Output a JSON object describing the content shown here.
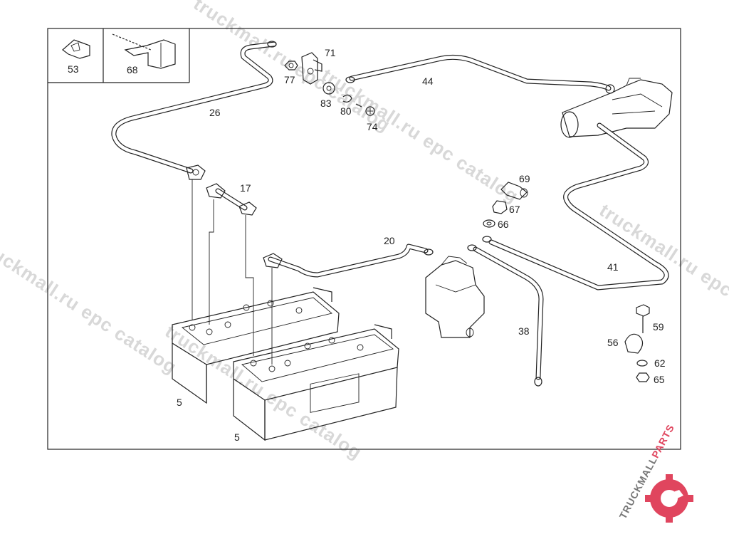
{
  "diagram": {
    "callouts": {
      "p53": "53",
      "p68": "68",
      "p26": "26",
      "p77": "77",
      "p71": "71",
      "p83": "83",
      "p80": "80",
      "p74": "74",
      "p44": "44",
      "p17": "17",
      "p20": "20",
      "p69": "69",
      "p67": "67",
      "p66": "66",
      "p41": "41",
      "p38": "38",
      "p59": "59",
      "p56": "56",
      "p62": "62",
      "p65": "65",
      "p5a": "5",
      "p5b": "5"
    },
    "watermark": {
      "line1": "truckmall.ru epc catalog",
      "line2": "truckmall.ru epc catalog",
      "line3": "truckmall.ru epc catalog",
      "line4": "truckmall.ru epc catalog",
      "line5": "truckmall.ru epc catalog"
    },
    "logo": {
      "brand_main": "TRUCKMALL",
      "brand_accent": "PARTS",
      "accent_color": "#e0455e"
    }
  }
}
